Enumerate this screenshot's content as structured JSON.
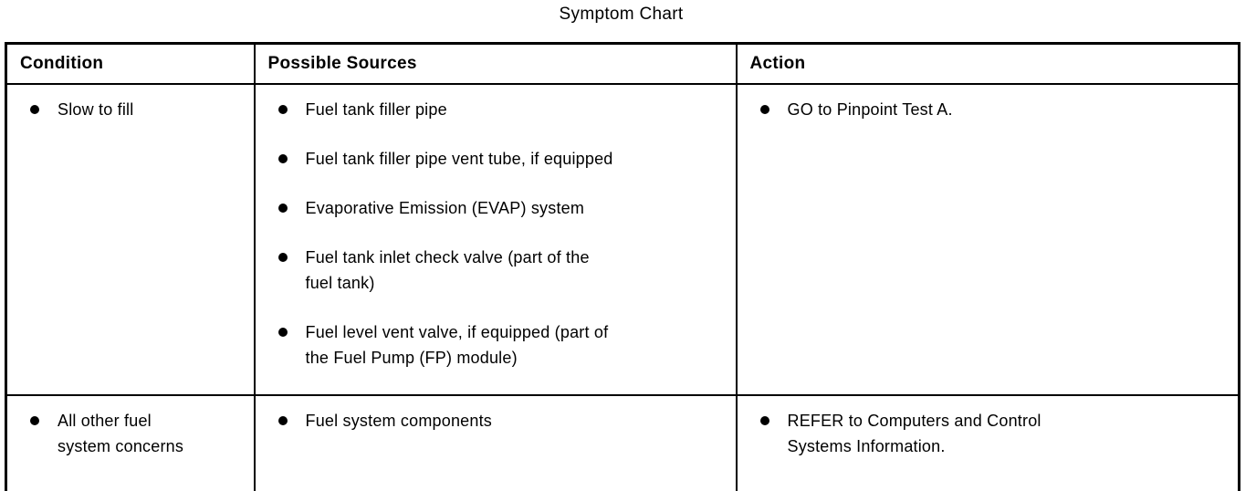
{
  "title": "Symptom Chart",
  "table": {
    "headers": [
      "Condition",
      "Possible Sources",
      "Action"
    ],
    "rows": [
      {
        "condition": "Slow to fill",
        "sources": [
          "Fuel tank filler pipe",
          "Fuel tank filler pipe vent tube, if equipped",
          "Evaporative Emission (EVAP) system",
          "Fuel tank inlet check valve (part of the\nfuel tank)",
          "Fuel level vent valve, if equipped (part of\nthe Fuel Pump (FP) module)"
        ],
        "action": "GO to Pinpoint Test A."
      },
      {
        "condition": "All other fuel\nsystem concerns",
        "sources": [
          "Fuel system components"
        ],
        "action": "REFER to Computers and Control\nSystems Information."
      }
    ]
  },
  "colors": {
    "background": "#ffffff",
    "text": "#000000",
    "border": "#000000"
  }
}
